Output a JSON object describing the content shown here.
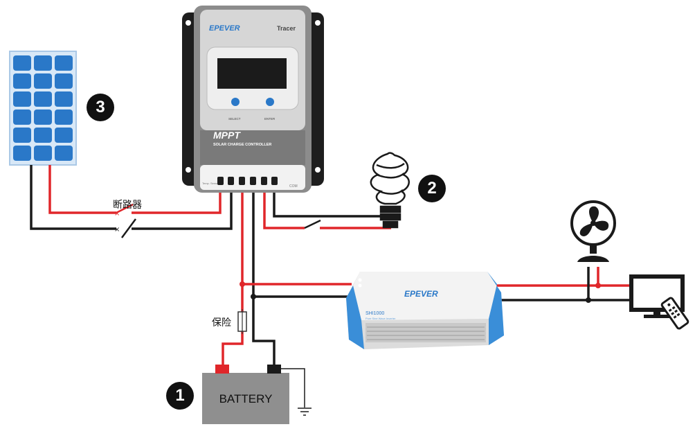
{
  "labels": {
    "breaker": "断路器",
    "fuse": "保险",
    "battery": "BATTERY"
  },
  "markers": {
    "battery_number": "1",
    "load_number": "2",
    "panel_number": "3"
  },
  "controller": {
    "brand": "EPEVER",
    "series": "Tracer",
    "title": "MPPT",
    "subtitle": "SOLAR CHARGE CONTROLLER",
    "button_left": "SELECT",
    "button_right": "ENTER",
    "port_left": "Temp. Sensor",
    "port_right": "COM"
  },
  "inverter": {
    "brand": "EPEVER",
    "model": "SHI1000",
    "subtitle": "Pure Sine Wave Inverter"
  },
  "colors": {
    "positive_wire": "#e0262a",
    "negative_wire": "#1a1a1a",
    "panel_cell": "#2a78c8",
    "panel_frame": "#cfe2f5",
    "controller_body": "#8c8c8c",
    "inverter_accent": "#3a8ed8",
    "battery_body": "#8f8f8f"
  },
  "icons": [
    "solar-panel-icon",
    "charge-controller-icon",
    "light-bulb-icon",
    "fan-icon",
    "tv-icon",
    "remote-control-icon",
    "inverter-icon",
    "battery-icon",
    "ground-icon",
    "fuse-icon",
    "breaker-icon"
  ]
}
